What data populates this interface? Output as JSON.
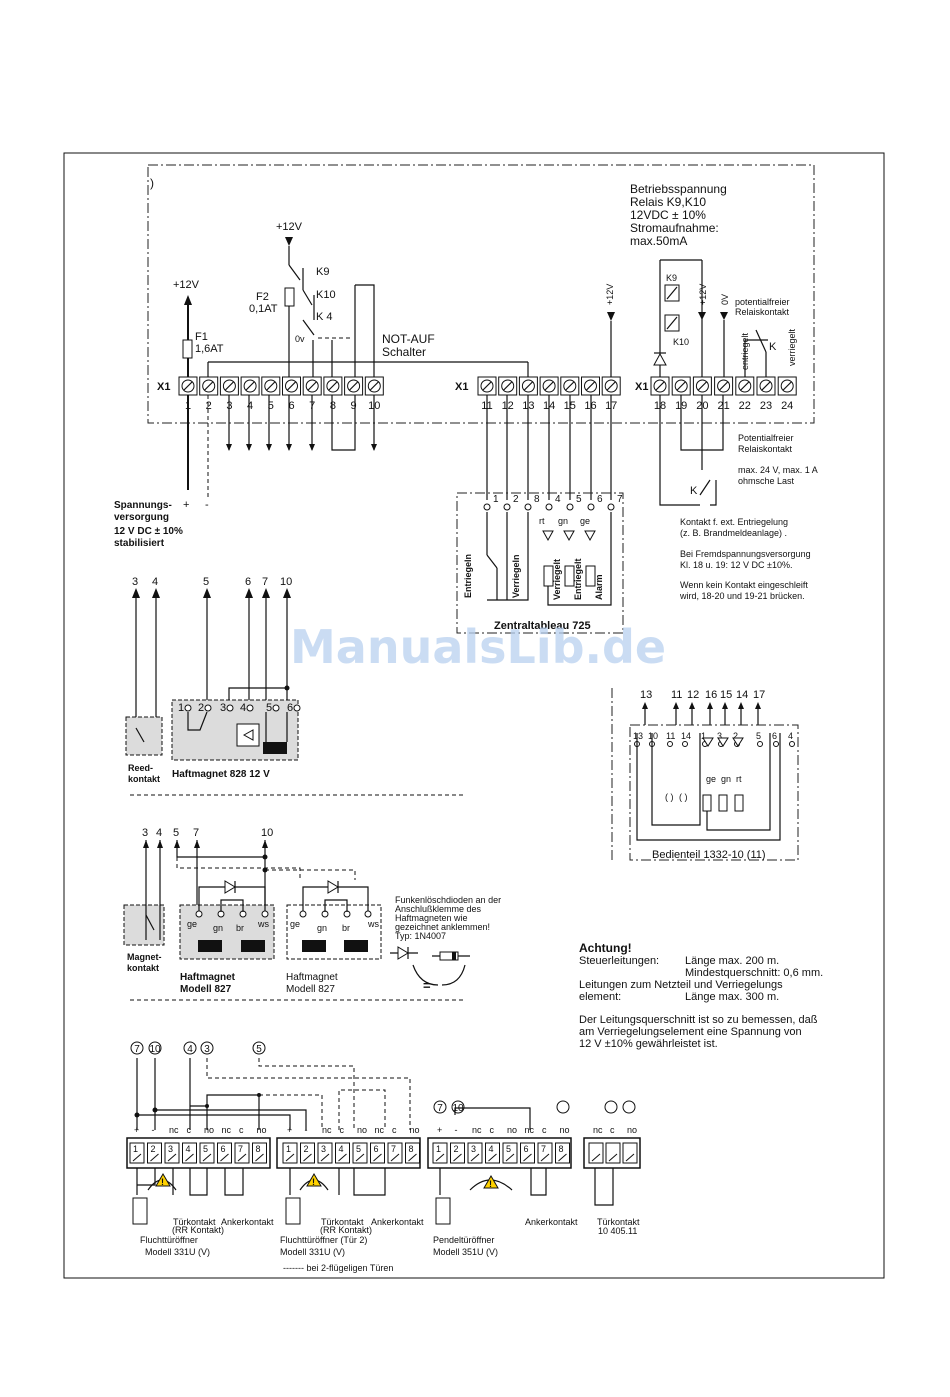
{
  "watermark": "ManualsLib.de",
  "main_unit": {
    "x1_label": "X1",
    "supply_label": "+12V",
    "fuse1": {
      "name": "F1",
      "rating": "1,6AT"
    },
    "fuse2": {
      "name": "F2",
      "rating": "0,1AT"
    },
    "relay_labels": [
      "K9",
      "K10",
      "K 4"
    ],
    "not_auf": [
      "NOT-AUF",
      "Schalter"
    ],
    "terminals_a": [
      "1",
      "2",
      "3",
      "4",
      "5",
      "6",
      "7",
      "8",
      "9",
      "10"
    ],
    "terminals_b": [
      "11",
      "12",
      "13",
      "14",
      "15",
      "16",
      "17"
    ],
    "terminals_c": [
      "18",
      "19",
      "20",
      "21",
      "22",
      "23",
      "24"
    ],
    "supply_12v_right": "+12V",
    "zero_v": "0V",
    "betrieb": [
      "Betriebsspannung",
      "Relais K9,K10",
      "12VDC ± 10%",
      "Stromaufnahme:",
      "max.50mA"
    ],
    "k9": "K9",
    "k10": "K10",
    "potfrei": [
      "potentialfreier",
      "Relaiskontakt"
    ],
    "entriegelt": "entriegelt",
    "verriegelt": "verriegelt",
    "k": "K"
  },
  "supply": {
    "plus": "+",
    "minus": "-",
    "lines": [
      "Spannungs-",
      "versorgung",
      "12 V DC ± 10%",
      "stabilisiert"
    ]
  },
  "relay_note": [
    "Potentialfreier",
    "Relaiskontakt",
    "max. 24 V, max. 1 A",
    "ohmsche Last"
  ],
  "ext_note": [
    "Kontakt f. ext. Entriegelung",
    "(z. B. Brandmeldeanlage) .",
    "Bei Fremdspannungsversorgung",
    "Kl. 18 u. 19: 12 V DC ±10%.",
    "Wenn kein Kontakt eingeschleift",
    "wird, 18-20 und 19-21 brücken."
  ],
  "zentral": {
    "title": "Zentraltableau 725",
    "pins": [
      "1",
      "2",
      "8",
      "4",
      "5",
      "6",
      "7"
    ],
    "colors": [
      "rt",
      "gn",
      "ge"
    ],
    "labels": [
      "Entriegeln",
      "Verriegeln",
      "Verriegelt",
      "Entriegelt",
      "Alarm"
    ]
  },
  "reed": {
    "top_nums": [
      "3",
      "4"
    ],
    "label": [
      "Reed-",
      "kontakt"
    ]
  },
  "haft828": {
    "top_nums": [
      "5",
      "6",
      "7",
      "10"
    ],
    "pins": [
      "1",
      "2",
      "3",
      "4",
      "5",
      "6"
    ],
    "label": "Haftmagnet 828  12 V"
  },
  "bedienteil": {
    "top_nums": [
      "13",
      "11",
      "12",
      "16",
      "15",
      "14",
      "17"
    ],
    "pins": [
      "13",
      "10",
      "11",
      "14",
      "1",
      "3",
      "2",
      "5",
      "6",
      "4"
    ],
    "colors": [
      "ge",
      "gn",
      "rt"
    ],
    "label": "Bedienteil 1332-10 (11)"
  },
  "magnet827": {
    "top_nums": [
      "3",
      "4",
      "5",
      "7",
      "10"
    ],
    "wires": [
      "ge",
      "gn",
      "br",
      "ws"
    ],
    "magnet_label": [
      "Magnet-",
      "kontakt"
    ],
    "label1": [
      "Haftmagnet",
      "Modell 827"
    ],
    "label2": [
      "Haftmagnet",
      "Modell 827"
    ],
    "note": [
      "Funkenlöschdioden an der",
      "Anschlußklemme des",
      "Haftmagneten wie",
      "gezeichnet anklemmen!",
      "Typ: 1N4007"
    ],
    "equals": "="
  },
  "achtung": {
    "title": "Achtung!",
    "rows": [
      {
        "left": "Steuerleitungen:",
        "right": "Länge max. 200 m."
      },
      {
        "left": "",
        "right": "Mindestquerschnitt: 0,6 mm."
      },
      {
        "left": "Leitungen zum Netzteil und Verriegelungs",
        "right": ""
      },
      {
        "left": "element:",
        "right": "Länge max. 300 m."
      }
    ],
    "para": [
      "Der Leitungsquerschnitt ist so zu bemessen, daß",
      "am Verriegelungselement eine Spannung von",
      "12 V ±10% gewährleistet ist."
    ]
  },
  "bottom": {
    "circles1": [
      "7",
      "10",
      "4",
      "3",
      "5"
    ],
    "circles2": [
      "7",
      "10"
    ],
    "block_pins": [
      "1",
      "2",
      "3",
      "4",
      "5",
      "6",
      "7",
      "8"
    ],
    "contact_top": [
      "+",
      "-",
      "nc",
      "c",
      "no",
      "nc",
      "c",
      "no"
    ],
    "b1_labels": [
      "Fluchttüröffner",
      "Modell 331U (V)"
    ],
    "b2_labels": [
      "Fluchttüröffner (Tür 2)",
      "Modell 331U (V)"
    ],
    "b3_labels": [
      "Pendeltüröffner",
      "Modell 351U (V)"
    ],
    "tuerkontakt": [
      "Türkontakt",
      "(RR Kontakt)"
    ],
    "ankerkontakt": "Ankerkontakt",
    "tk4": [
      "Türkontakt",
      "10 405.11"
    ],
    "tk_top": [
      "nc",
      "c",
      "no"
    ],
    "zweifl": "------- bei 2-flügeligen Türen"
  }
}
